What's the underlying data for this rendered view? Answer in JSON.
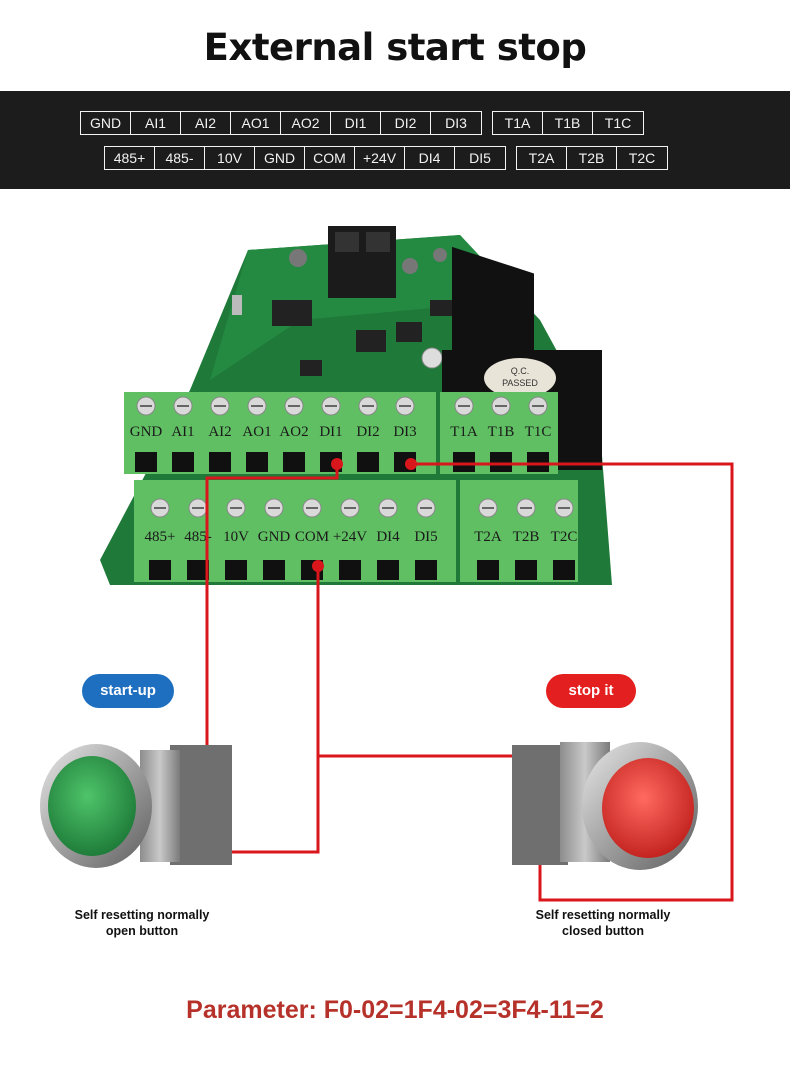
{
  "title": "External start stop",
  "terminal_labels": {
    "row1": [
      "GND",
      "AI1",
      "AI2",
      "AO1",
      "AO2",
      "DI1",
      "DI2",
      "DI3"
    ],
    "row1_relay": [
      "T1A",
      "T1B",
      "T1C"
    ],
    "row2": [
      "485+",
      "485-",
      "10V",
      "GND",
      "COM",
      "+24V",
      "DI4",
      "DI5"
    ],
    "row2_relay": [
      "T2A",
      "T2B",
      "T2C"
    ]
  },
  "board_labels": {
    "row1": [
      "GND",
      "AI1",
      "AI2",
      "AO1",
      "AO2",
      "DI1",
      "DI2",
      "DI3"
    ],
    "row1_relay": [
      "T1A",
      "T1B",
      "T1C"
    ],
    "row2": [
      "485+",
      "485-",
      "10V",
      "GND",
      "COM",
      "+24V",
      "DI4",
      "DI5"
    ],
    "row2_relay": [
      "T2A",
      "T2B",
      "T2C"
    ],
    "qc_stamp": "Q.C.\nPASSED"
  },
  "buttons": {
    "start": {
      "label": "start-up",
      "caption_line1": "Self resetting normally",
      "caption_line2": "open button",
      "color": "#2e9e4c"
    },
    "stop": {
      "label": "stop it",
      "caption_line1": "Self resetting normally",
      "caption_line2": "closed button",
      "color": "#e23b36"
    }
  },
  "colors": {
    "band": "#1c1c1c",
    "board": "#1f7a3a",
    "terminal": "#5fbf62",
    "wire": "#d8161b",
    "start_pill": "#1f6fc0",
    "stop_pill": "#e41f1f",
    "parameter": "#b6312a"
  },
  "parameter": "Parameter: F0-02=1F4-02=3F4-11=2"
}
